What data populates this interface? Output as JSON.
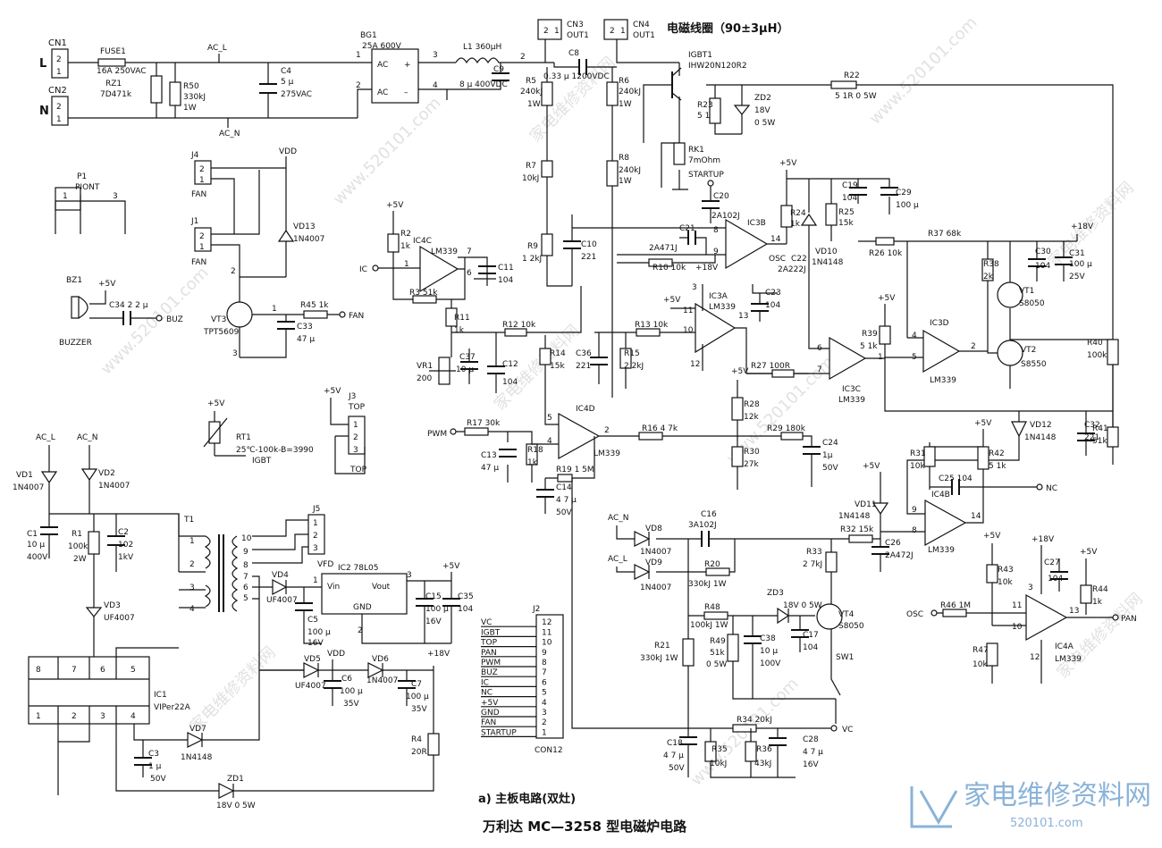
{
  "title": "万利达 MC—3258 型电磁炉电路",
  "caption": "a) 主板电路(双灶)",
  "coil_note": "电磁线圈（90±3μH）",
  "watermark": {
    "logo": "家电维修资料网",
    "url": "520101.com",
    "diag1": "家电维修资料网",
    "diag2": "www.520101.com"
  },
  "connectors": {
    "cn1": "CN1",
    "cn1_l": "L",
    "cn2": "CN2",
    "cn2_n": "N",
    "cn3": "CN3",
    "cn3_out": "OUT1",
    "cn4": "CN4",
    "cn4_out": "OUT1",
    "j4": "J4",
    "j4_fan": "FAN",
    "j1": "J1",
    "j1_fan": "FAN",
    "j3": "J3",
    "j3_top": "TOP",
    "j3_bot": "TOP",
    "j5": "J5",
    "j5_vfd": "VFD",
    "j2": "J2",
    "j2_con": "CON12",
    "p1": "P1",
    "p1_name": "PIONT",
    "bz1": "BZ1",
    "buzzer": "BUZZER"
  },
  "j2_pins": [
    "12",
    "11",
    "10",
    "9",
    "8",
    "7",
    "6",
    "5",
    "4",
    "3",
    "2",
    "1"
  ],
  "j2_signals": [
    "VC",
    "IGBT",
    "TOP",
    "PAN",
    "PWM",
    "BUZ",
    "IC",
    "NC",
    "+5V",
    "GND",
    "FAN",
    "STARTUP"
  ],
  "labels": {
    "fuse1": "FUSE1",
    "fuse1v": "16A 250VAC",
    "rz1": "RZ1",
    "rz1v": "7D471k",
    "r50": "R50",
    "r50v": "330kJ",
    "r50w": "1W",
    "c4": "C4",
    "c4v": "5 μ",
    "c4w": "275VAC",
    "ac_l": "AC_L",
    "ac_n": "AC_N",
    "bg1": "BG1",
    "bg1v": "25A 600V",
    "l1": "L1 360μH",
    "c9": "C9",
    "c9v": "8 μ 400VDC",
    "c8": "C8",
    "c8v": "0.33 μ 1200VDC",
    "r5": "R5",
    "r5v": "240kJ",
    "r5w": "1W",
    "r6": "R6",
    "r6v": "240kJ",
    "r6w": "1W",
    "igbt1": "IGBT1",
    "igbt1v": "IHW20N120R2",
    "r22": "R22",
    "r22v": "5 1R 0 5W",
    "r23": "R23",
    "r23v": "5 1",
    "zd2": "ZD2",
    "zd2v": "18V",
    "zd2w": "0 5W",
    "rk1": "RK1",
    "rk1v": "7mOhm",
    "r7": "R7",
    "r7v": "10kJ",
    "r8": "R8",
    "r8v": "240kJ",
    "r8w": "1W",
    "r9": "R9",
    "r9v": "1 2kJ",
    "c10": "C10",
    "c10v": "221",
    "startup": "STARTUP",
    "c20": "C20",
    "c20v": "2A102J",
    "c21": "C21",
    "c21v": "2A471J",
    "r10": "R10 10k",
    "ic3b": "IC3B",
    "osc": "OSC",
    "c22": "C22",
    "c22v": "2A222J",
    "r24": "R24",
    "r24v": "1k",
    "r25": "R25",
    "r25v": "15k",
    "vd10": "VD10",
    "vd10v": "1N4148",
    "c19": "C19",
    "c19v": "104",
    "c29": "C29",
    "c29v": "100 μ",
    "r37": "R37 68k",
    "r26": "R26 10k",
    "r38": "R38",
    "r38v": "2k",
    "c30": "C30",
    "c30v": "104",
    "c31": "C31",
    "c31v": "100 μ",
    "c31w": "25V",
    "vt1": "VT1",
    "vt1v": "S8050",
    "vt2": "VT2",
    "vt2v": "S8550",
    "ic3d": "IC3D",
    "ic3dv": "LM339",
    "r40": "R40",
    "r40v": "100k",
    "r39": "R39",
    "r39v": "5 1k",
    "ic3c": "IC3C",
    "ic3cv": "LM339",
    "ic3a": "IC3A",
    "ic3av": "LM339",
    "c23": "C23",
    "c23v": "104",
    "r13": "R13 10k",
    "r27": "R27 100R",
    "r28": "R28",
    "r28v": "12k",
    "r29": "R29 180k",
    "r30": "R30",
    "r30v": "27k",
    "c24": "C24",
    "c24v": "1μ",
    "c24w": "50V",
    "vd12": "VD12",
    "vd12v": "1N4148",
    "c32": "C32",
    "c32v": "221",
    "r41": "R41",
    "r41v": "51k",
    "ic4c": "IC4C",
    "ic4cv": "LM339",
    "r2": "R2",
    "r2v": "1k",
    "c11": "C11",
    "c11v": "104",
    "r3": "R3 51k",
    "r11": "R11",
    "r11v": "1k",
    "r12": "R12 10k",
    "vr1": "VR1",
    "vr1v": "200",
    "c37": "C37",
    "c37v": "10 μ",
    "c12": "C12",
    "c12v": "104",
    "r14": "R14",
    "r14v": "15k",
    "c36": "C36",
    "c36v": "221",
    "r15": "R15",
    "r15v": "2 2kJ",
    "ic": "IC",
    "ic4d": "IC4D",
    "ic4dv": "LM339",
    "pwm": "PWM",
    "r17": "R17 30k",
    "r16": "R16 4 7k",
    "c13": "C13",
    "c13v": "47 μ",
    "r18": "R18",
    "r18v": "1k",
    "r19": "R19 1 5M",
    "c14": "C14",
    "c14v": "4 7 μ",
    "c14w": "50V",
    "vd13": "VD13",
    "vd13v": "1N4007",
    "vdd": "VDD",
    "vt3": "VT3",
    "vt3v": "TPT5609",
    "r45": "R45 1k",
    "c33": "C33",
    "c33v": "47 μ",
    "fan": "FAN",
    "c34": "C34 2 2 μ",
    "buz": "BUZ",
    "rt1": "RT1",
    "rt1v": "25℃-100k-B=3990",
    "igbt": "IGBT",
    "vd1": "VD1",
    "vd1v": "1N4007",
    "vd2": "VD2",
    "vd2v": "1N4007",
    "c1": "C1",
    "c1v": "10 μ",
    "c1w": "400V",
    "r1": "R1",
    "r1v": "100k",
    "r1w": "2W",
    "c2": "C2",
    "c2v": "102",
    "c2w": "1kV",
    "vd3": "VD3",
    "vd3v": "UF4007",
    "t1": "T1",
    "vd4": "VD4",
    "vd4v": "UF4007",
    "ic2": "IC2 78L05",
    "vin": "Vin",
    "vout": "Vout",
    "gnd": "GND",
    "c5": "C5",
    "c5v": "100 μ",
    "c5w": "16V",
    "c15": "C15",
    "c15v": "100 μ",
    "c15w": "16V",
    "c35": "C35",
    "c35v": "104",
    "vd5": "VD5",
    "vd5v": "UF4007",
    "c6": "C6",
    "c6v": "100 μ",
    "c6w": "35V",
    "vd6": "VD6",
    "vd6v": "1N4007",
    "c7": "C7",
    "c7v": "100 μ",
    "c7w": "35V",
    "ic1": "IC1",
    "ic1v": "VIPer22A",
    "c3": "C3",
    "c3v": "1 μ",
    "c3w": "50V",
    "vd7": "VD7",
    "vd7v": "1N4148",
    "zd1": "ZD1",
    "zd1v": "18V 0 5W",
    "r4": "R4",
    "r4v": "20R",
    "vd8": "VD8",
    "vd8v": "1N4007",
    "vd9": "VD9",
    "vd9v": "1N4007",
    "c16": "C16",
    "c16v": "3A102J",
    "r20": "R20",
    "r20v": "330kJ 1W",
    "r48": "R48",
    "r48v": "100kJ 1W",
    "r21": "R21",
    "r21v": "330kJ 1W",
    "zd3": "ZD3",
    "zd3v": "18V 0 5W",
    "r49": "R49",
    "r49v": "51k",
    "r49w": "0 5W",
    "c38": "C38",
    "c38v": "10 μ",
    "c38w": "100V",
    "c17": "C17",
    "c17v": "104",
    "r33": "R33",
    "r33v": "2 7kJ",
    "vt4": "VT4",
    "vt4v": "S8050",
    "sw1": "SW1",
    "vd11": "VD11",
    "vd11v": "1N4148",
    "r32": "R32 15k",
    "c26": "C26",
    "c26v": "2A472J",
    "r31": "R31",
    "r31v": "10k",
    "c25": "C25 104",
    "r42": "R42",
    "r42v": "5 1k",
    "ic4b": "IC4B",
    "ic4bv": "LM339",
    "nc": "NC",
    "r34": "R34 20kJ",
    "c18": "C18",
    "c18v": "4 7 μ",
    "c18w": "50V",
    "r35": "R35",
    "r35v": "10kJ",
    "r36": "R36",
    "r36v": "43kJ",
    "c28": "C28",
    "c28v": "4 7 μ",
    "c28w": "16V",
    "vc": "VC",
    "r43": "R43",
    "r43v": "10k",
    "c27": "C27",
    "c27v": "104",
    "r44": "R44",
    "r44v": "1k",
    "r46": "R46 1M",
    "r47": "R47",
    "r47v": "10k",
    "ic4a": "IC4A",
    "ic4av": "LM339",
    "pan": "PAN",
    "p5v": "+5V",
    "p18v": "+18V"
  }
}
